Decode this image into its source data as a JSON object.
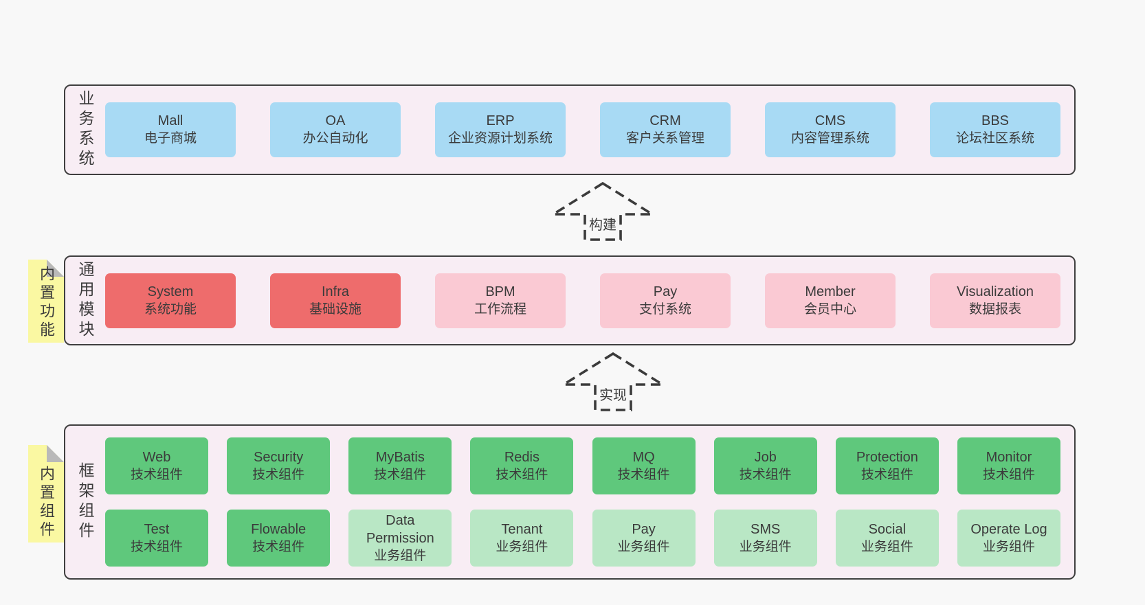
{
  "colors": {
    "canvas_background": "#f8f8f8",
    "panel_background": "#f8edf4",
    "panel_border": "#3f3f3f",
    "business_box": "#a8daf4",
    "core_module_box": "#ee6c6c",
    "optional_module_box": "#fac9d3",
    "tech_component_box": "#5fc87c",
    "biz_component_box": "#b9e7c5",
    "sticky_note": "#faf8a2",
    "sticky_fold": "#b9b9b9",
    "text": "#3b3b3b"
  },
  "arrows": [
    {
      "label": "构建"
    },
    {
      "label": "实现"
    }
  ],
  "panels": {
    "business": {
      "label": "业务系统",
      "items": [
        {
          "en": "Mall",
          "zh": "电子商城"
        },
        {
          "en": "OA",
          "zh": "办公自动化"
        },
        {
          "en": "ERP",
          "zh": "企业资源计划系统"
        },
        {
          "en": "CRM",
          "zh": "客户关系管理"
        },
        {
          "en": "CMS",
          "zh": "内容管理系统"
        },
        {
          "en": "BBS",
          "zh": "论坛社区系统"
        }
      ]
    },
    "modules": {
      "sticky": "内置功能",
      "label": "通用模块",
      "items": [
        {
          "en": "System",
          "zh": "系统功能"
        },
        {
          "en": "Infra",
          "zh": "基础设施"
        },
        {
          "en": "BPM",
          "zh": "工作流程"
        },
        {
          "en": "Pay",
          "zh": "支付系统"
        },
        {
          "en": "Member",
          "zh": "会员中心"
        },
        {
          "en": "Visualization",
          "zh": "数据报表"
        }
      ]
    },
    "components": {
      "sticky": "内置组件",
      "label": "框架组件",
      "row1": [
        {
          "en": "Web",
          "zh": "技术组件"
        },
        {
          "en": "Security",
          "zh": "技术组件"
        },
        {
          "en": "MyBatis",
          "zh": "技术组件"
        },
        {
          "en": "Redis",
          "zh": "技术组件"
        },
        {
          "en": "MQ",
          "zh": "技术组件"
        },
        {
          "en": "Job",
          "zh": "技术组件"
        },
        {
          "en": "Protection",
          "zh": "技术组件"
        },
        {
          "en": "Monitor",
          "zh": "技术组件"
        }
      ],
      "row2": [
        {
          "en": "Test",
          "zh": "技术组件"
        },
        {
          "en": "Flowable",
          "zh": "技术组件"
        },
        {
          "en": "Data Permission",
          "zh": "业务组件"
        },
        {
          "en": "Tenant",
          "zh": "业务组件"
        },
        {
          "en": "Pay",
          "zh": "业务组件"
        },
        {
          "en": "SMS",
          "zh": "业务组件"
        },
        {
          "en": "Social",
          "zh": "业务组件"
        },
        {
          "en": "Operate Log",
          "zh": "业务组件"
        }
      ]
    }
  }
}
